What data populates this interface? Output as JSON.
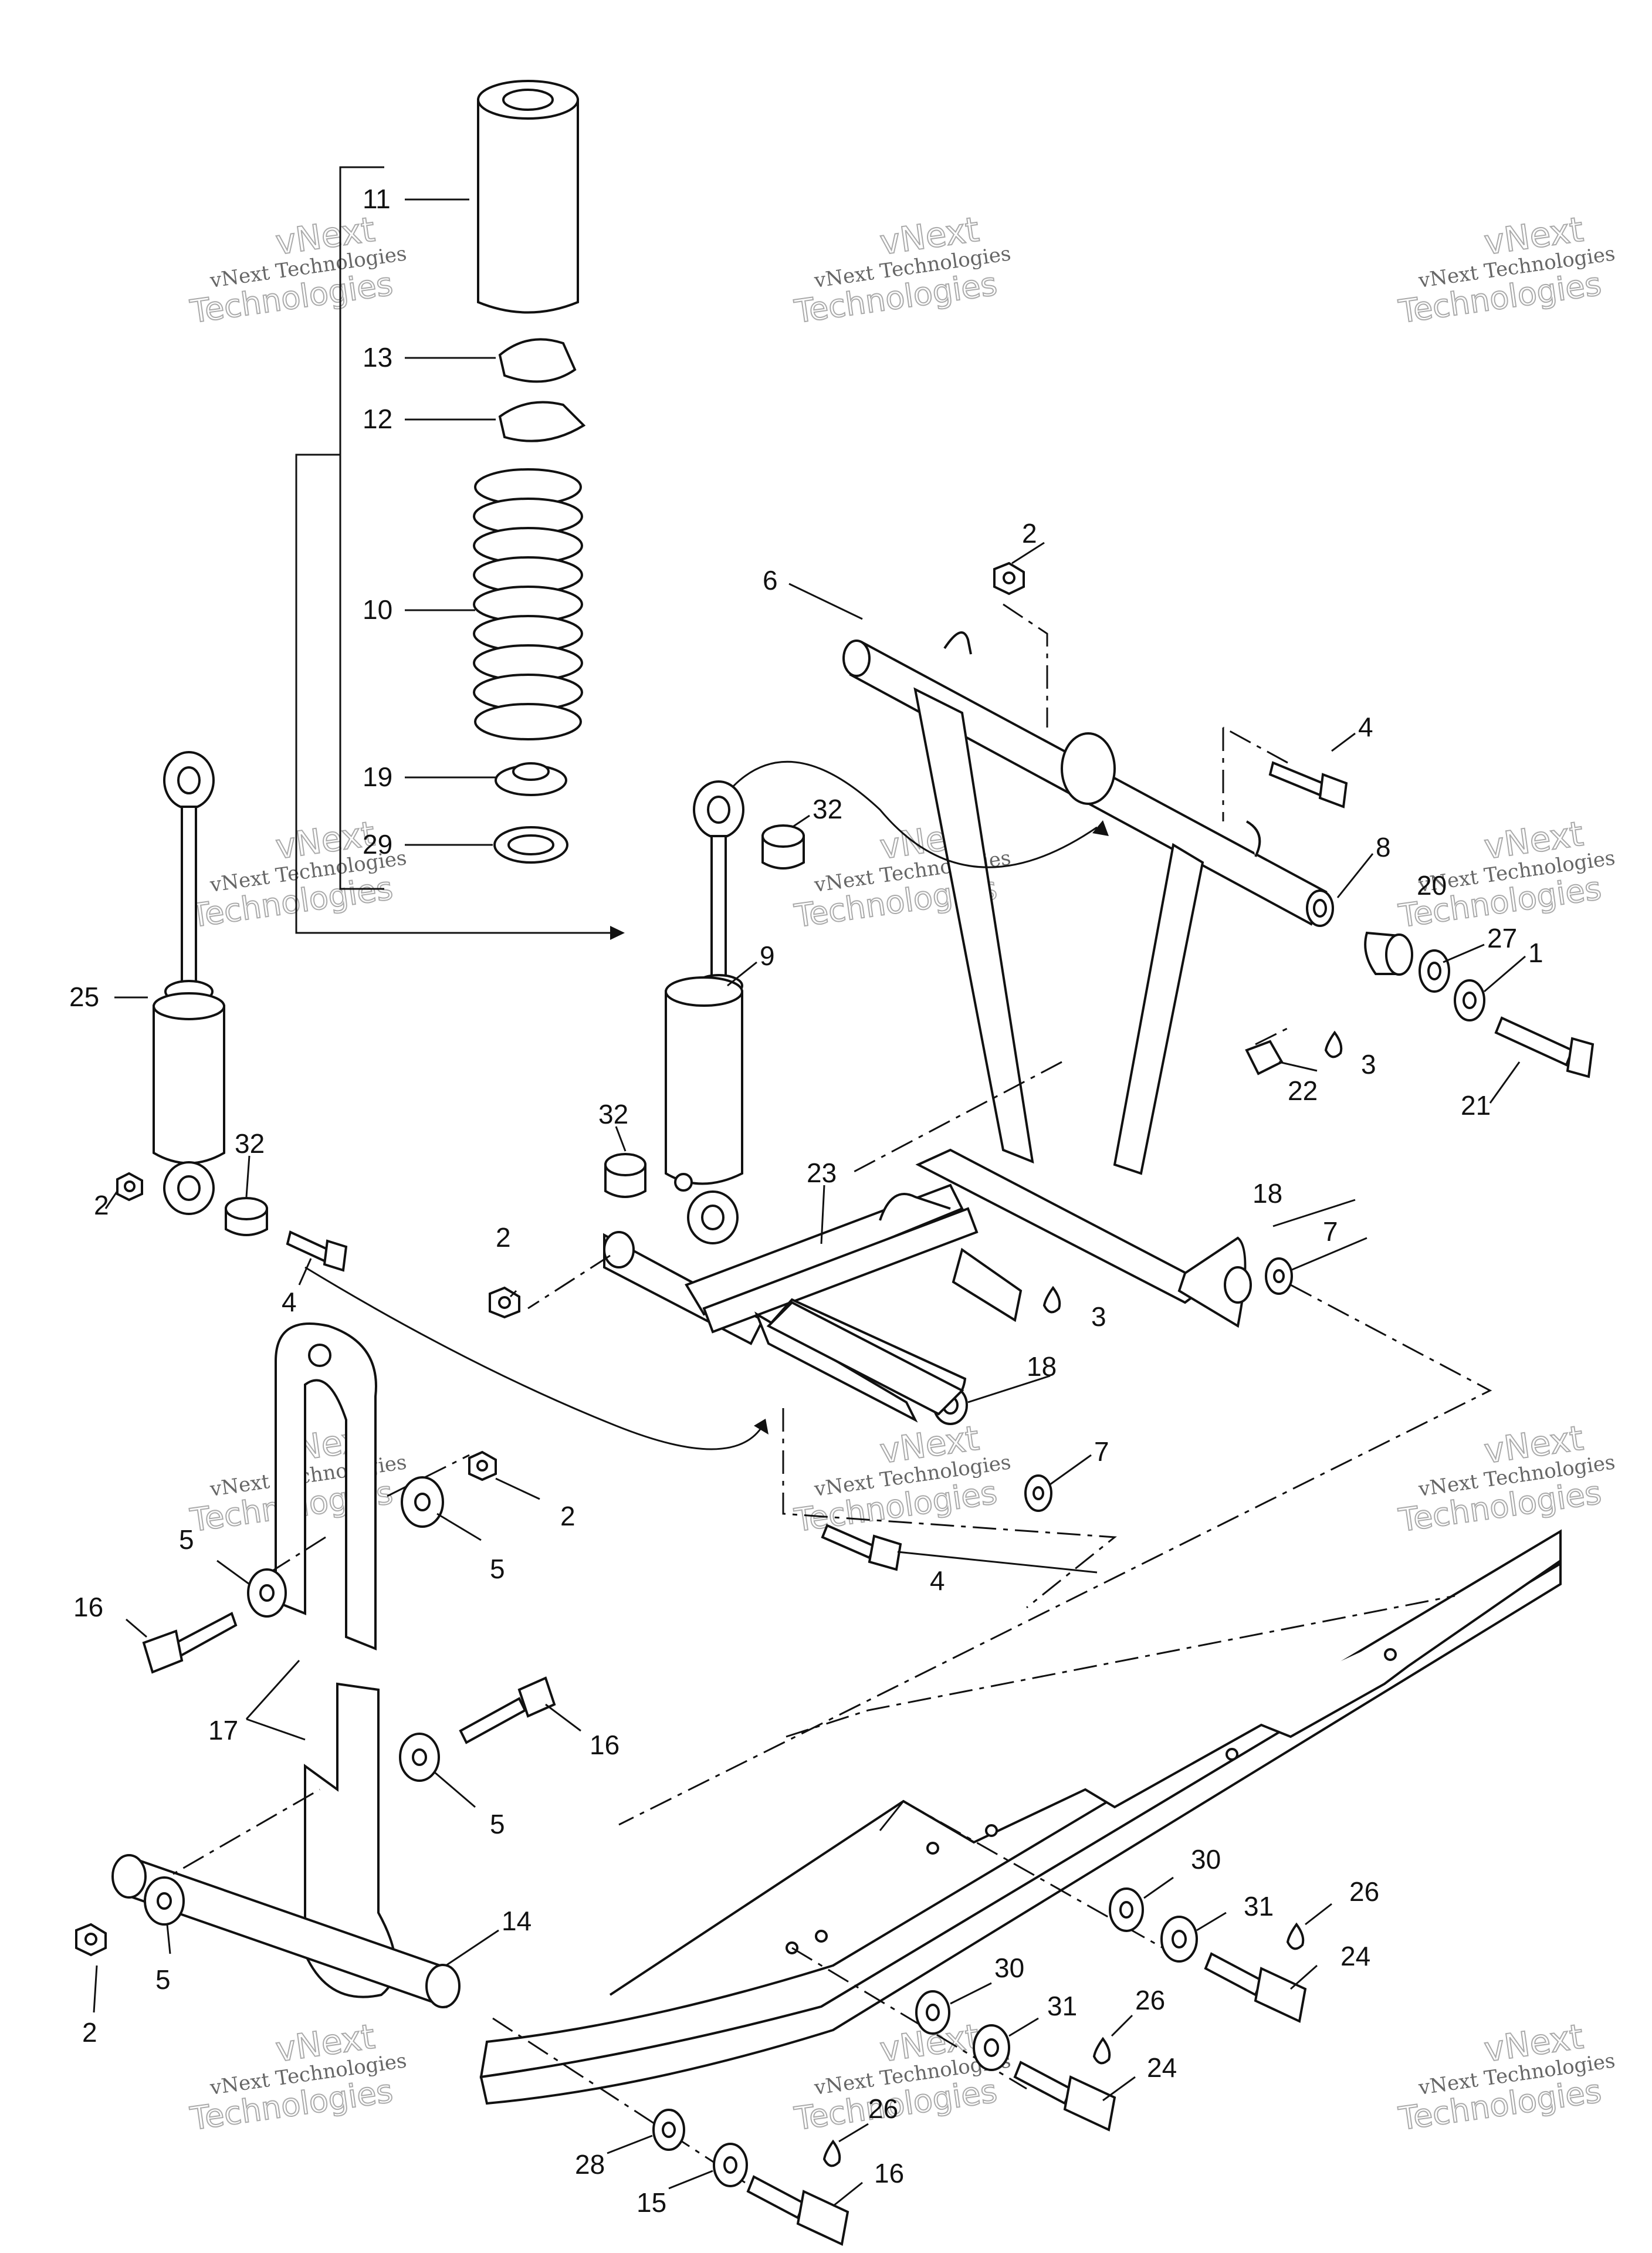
{
  "watermark": {
    "line1": "vNext Technologies",
    "line2": "vNext",
    "line3": "Technologies"
  },
  "callouts": [
    {
      "id": "c1",
      "text": "1"
    },
    {
      "id": "c2a",
      "text": "2"
    },
    {
      "id": "c2b",
      "text": "2"
    },
    {
      "id": "c2c",
      "text": "2"
    },
    {
      "id": "c2d",
      "text": "2"
    },
    {
      "id": "c2e",
      "text": "2"
    },
    {
      "id": "c3a",
      "text": "3"
    },
    {
      "id": "c3b",
      "text": "3"
    },
    {
      "id": "c4a",
      "text": "4"
    },
    {
      "id": "c4b",
      "text": "4"
    },
    {
      "id": "c4c",
      "text": "4"
    },
    {
      "id": "c5a",
      "text": "5"
    },
    {
      "id": "c5b",
      "text": "5"
    },
    {
      "id": "c5c",
      "text": "5"
    },
    {
      "id": "c5d",
      "text": "5"
    },
    {
      "id": "c6",
      "text": "6"
    },
    {
      "id": "c7a",
      "text": "7"
    },
    {
      "id": "c7b",
      "text": "7"
    },
    {
      "id": "c8",
      "text": "8"
    },
    {
      "id": "c9",
      "text": "9"
    },
    {
      "id": "c10",
      "text": "10"
    },
    {
      "id": "c11",
      "text": "11"
    },
    {
      "id": "c12",
      "text": "12"
    },
    {
      "id": "c13",
      "text": "13"
    },
    {
      "id": "c14",
      "text": "14"
    },
    {
      "id": "c15",
      "text": "15"
    },
    {
      "id": "c16a",
      "text": "16"
    },
    {
      "id": "c16b",
      "text": "16"
    },
    {
      "id": "c16c",
      "text": "16"
    },
    {
      "id": "c17",
      "text": "17"
    },
    {
      "id": "c18a",
      "text": "18"
    },
    {
      "id": "c18b",
      "text": "18"
    },
    {
      "id": "c19",
      "text": "19"
    },
    {
      "id": "c20",
      "text": "20"
    },
    {
      "id": "c21",
      "text": "21"
    },
    {
      "id": "c22",
      "text": "22"
    },
    {
      "id": "c23",
      "text": "23"
    },
    {
      "id": "c24a",
      "text": "24"
    },
    {
      "id": "c24b",
      "text": "24"
    },
    {
      "id": "c25",
      "text": "25"
    },
    {
      "id": "c26a",
      "text": "26"
    },
    {
      "id": "c26b",
      "text": "26"
    },
    {
      "id": "c26c",
      "text": "26"
    },
    {
      "id": "c27",
      "text": "27"
    },
    {
      "id": "c28",
      "text": "28"
    },
    {
      "id": "c29",
      "text": "29"
    },
    {
      "id": "c30a",
      "text": "30"
    },
    {
      "id": "c30b",
      "text": "30"
    },
    {
      "id": "c31a",
      "text": "31"
    },
    {
      "id": "c31b",
      "text": "31"
    },
    {
      "id": "c32a",
      "text": "32"
    },
    {
      "id": "c32b",
      "text": "32"
    },
    {
      "id": "c32c",
      "text": "32"
    }
  ]
}
